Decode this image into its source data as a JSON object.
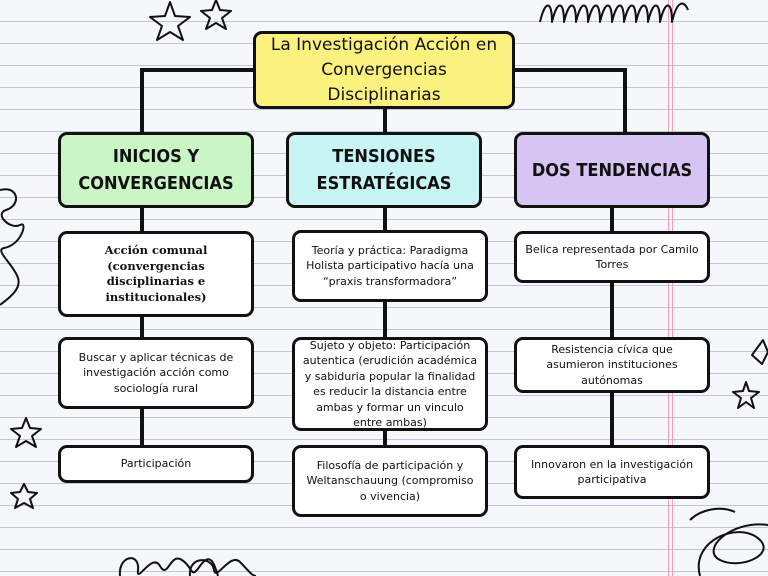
{
  "title": "La Investigación Acción en Convergencias Disciplinarias",
  "columns": [
    {
      "heading": "INICIOS Y CONVERGENCIAS",
      "items": [
        "Acción comunal (convergencias disciplinarias e institucionales)",
        "Buscar y aplicar técnicas de investigación acción como sociología rural",
        "Participación"
      ]
    },
    {
      "heading": "TENSIONES ESTRATÉGICAS",
      "items": [
        "Teoría y práctica: Paradigma Holista participativo hacía una “praxis transformadora”",
        "Sujeto y objeto: Participación autentica (erudición académica y sabiduria popular la finalidad es reducir la distancia entre ambas y formar un vinculo entre ambas)",
        "Filosofía de participación y Weltanschauung (compromiso o vivencia)"
      ]
    },
    {
      "heading": "DOS TENDENCIAS",
      "items": [
        "Belica representada por Camilo Torres",
        "Resistencia cívica que asumieron instituciones autónomas",
        "Innovaron en la investigación participativa"
      ]
    }
  ],
  "colors": {
    "title_bg": "#fbf17f",
    "heading_green": "#c9f6c4",
    "heading_cyan": "#c8f4f4",
    "heading_purple": "#d6c4f3"
  }
}
